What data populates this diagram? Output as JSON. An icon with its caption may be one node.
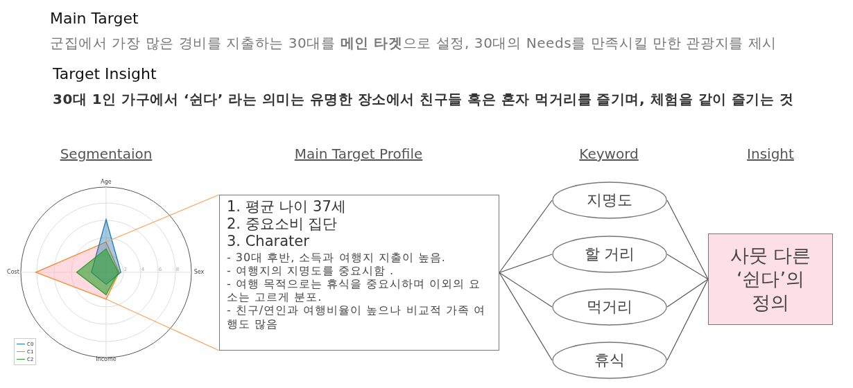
{
  "diagram": {
    "nodes": [
      {
        "text": [],
        "shape": "polygon"
      },
      {
        "text": [
          "1. 평균 나이 37세",
          "2. 중요소비 집단",
          "3. Charater",
          "- 30대 후반, 소득과 여행지 지출이 높음.",
          "- 여행지의 지명도를 중요시함 .",
          "- 여행 목적으로는 휴식을 중요시하며 이외의 요소는 고르게 분포.",
          "- 친구/연인과 여행비율이 높으나 비교적 가족 여행도 많음"
        ]
      },
      {
        "text": [
          "지명도"
        ]
      },
      {
        "text": [
          "할 거리"
        ]
      },
      {
        "text": [
          "먹거리"
        ]
      },
      {
        "text": [
          "휴식"
        ]
      },
      {
        "text": [
          "사뭇 다른 ‘쉰다’의 정의"
        ]
      }
    ],
    "edges": [
      {
        "from": 0,
        "to": 1,
        "arrow": "none",
        "color": "#f7a35c"
      },
      {
        "from": 0,
        "to": 1,
        "arrow": "none",
        "color": "#f7a35c"
      },
      {
        "from": 1,
        "to": 2,
        "arrow": "none"
      },
      {
        "from": 1,
        "to": 3,
        "arrow": "none"
      },
      {
        "from": 1,
        "to": 4,
        "arrow": "none"
      },
      {
        "from": 1,
        "to": 5,
        "arrow": "none"
      },
      {
        "from": 2,
        "to": 6,
        "arrow": "none"
      },
      {
        "from": 3,
        "to": 6,
        "arrow": "none"
      },
      {
        "from": 4,
        "to": 6,
        "arrow": "none"
      },
      {
        "from": 5,
        "to": 6,
        "arrow": "none"
      }
    ],
    "labels": [
      "Main Target",
      "군집에서 가장 많은 경비를 지출하는 30대를 **메인 타겟**으로 설정, 30대의 Needs를 만족시킬 만한 관광지를 제시",
      "Target Insight",
      "30대 1인 가구에서 ‘쉰다’ 라는 의미는 유명한 장소에서 친구들 혹은 혼자 먹거리를 즐기며, 체험을 같이 즐기는 것",
      "Segmentaion",
      "Main Target Profile",
      "Keyword",
      "Insight",
      "Age",
      "Sex",
      "Income",
      "Cost",
      "2",
      "4",
      "6",
      "8"
    ],
    "legend": [
      {
        "text": "C0"
      },
      {
        "text": "C1"
      },
      {
        "text": "C2"
      }
    ]
  }
}
